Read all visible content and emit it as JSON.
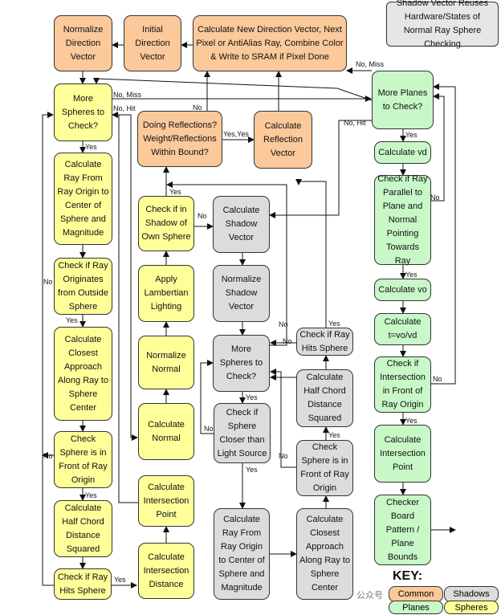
{
  "nodes": {
    "normalize_direction": "Normalize Direction Vector",
    "initial_direction": "Initial Direction Vector",
    "calc_new_direction": "Calculate New Direction Vector, Next Pixel or AntiAlias Ray, Combine Color & Write to SRAM if Pixel Done",
    "shadow_note": "Shadow Vector Reuses Hardware/States of Normal Ray Sphere Checking",
    "more_spheres": "More Spheres to Check?",
    "doing_reflections": "Doing Reflections? Weight/Reflections Within Bound?",
    "calc_reflection": "Calculate Reflection Vector",
    "more_planes": "More Planes to Check?",
    "calc_vd": "Calculate vd",
    "calc_ray_center": "Calculate Ray From Ray Origin to Center of Sphere and Magnitude",
    "check_parallel": "Check if Ray Parallel to Plane and Normal Pointing Towards Ray",
    "check_shadow_own": "Check if in Shadow of Own Sphere",
    "calc_shadow_vector": "Calculate Shadow Vector",
    "check_outside": "Check if Ray Originates from Outside Sphere",
    "apply_lambertian": "Apply Lambertian Lighting",
    "normalize_shadow": "Normalize Shadow Vector",
    "calc_vo": "Calculate vo",
    "calc_t": "Calculate t=vo/vd",
    "check_hits_shadow": "Check if Ray Hits Sphere",
    "calc_closest": "Calculate Closest Approach Along Ray to Sphere Center",
    "normalize_normal": "Normalize Normal",
    "more_spheres_shadow": "More Spheres to Check?",
    "check_intersection_front": "Check if Intersection in Front of Ray Origin",
    "half_chord_shadow": "Calculate Half Chord Distance Squared",
    "calc_normal": "Calculate Normal",
    "check_sphere_closer": "Check if Sphere Closer than Light Source",
    "calc_intersection_point_plane": "Calculate Intersection Point",
    "check_front": "Check Sphere is in Front of Ray Origin",
    "check_front_shadow": "Check Sphere is in Front of Ray Origin",
    "calc_intersection_point": "Calculate Intersection Point",
    "half_chord": "Calculate Half Chord Distance Squared",
    "calc_ray_center_shadow": "Calculate Ray From Ray Origin to Center of Sphere and Magnitude",
    "calc_closest_shadow": "Calculate Closest Approach Along Ray to Sphere Center",
    "checker_board": "Checker Board Pattern / Plane Bounds",
    "calc_intersection_distance": "Calculate Intersection Distance",
    "check_hits": "Check if Ray Hits Sphere"
  },
  "labels": {
    "no_miss_1": "No, Miss",
    "no_hit_1": "No, Hit",
    "no_miss_2": "No, Miss",
    "no_hit_2": "No, Hit",
    "no_1": "No",
    "yes_yes": "Yes,Yes",
    "yes_1": "Yes",
    "yes_2": "Yes",
    "no_2": "No",
    "no_3": "No",
    "yes_3": "Yes",
    "no_left_1": "No",
    "yes_4": "Yes",
    "no_4": "No",
    "yes_5": "Yes",
    "no_5": "No",
    "yes_6": "Yes",
    "yes_7": "Yes",
    "no_6": "No",
    "yes_8": "Yes",
    "no_7": "No",
    "yes_9": "Yes",
    "no_left_2": "No",
    "yes_10": "Yes",
    "no_left_3": "No",
    "yes_11": "Yes",
    "yes_12": "Yes"
  },
  "key": {
    "title": "KEY:",
    "common": "Common",
    "shadows": "Shadows",
    "planes": "Planes",
    "spheres": "Spheres"
  },
  "colors": {
    "spheres": "#ffff99",
    "common": "#fbc99a",
    "planes": "#c8f7c8",
    "shadows": "#dcdcdc"
  },
  "watermark": "公众号"
}
